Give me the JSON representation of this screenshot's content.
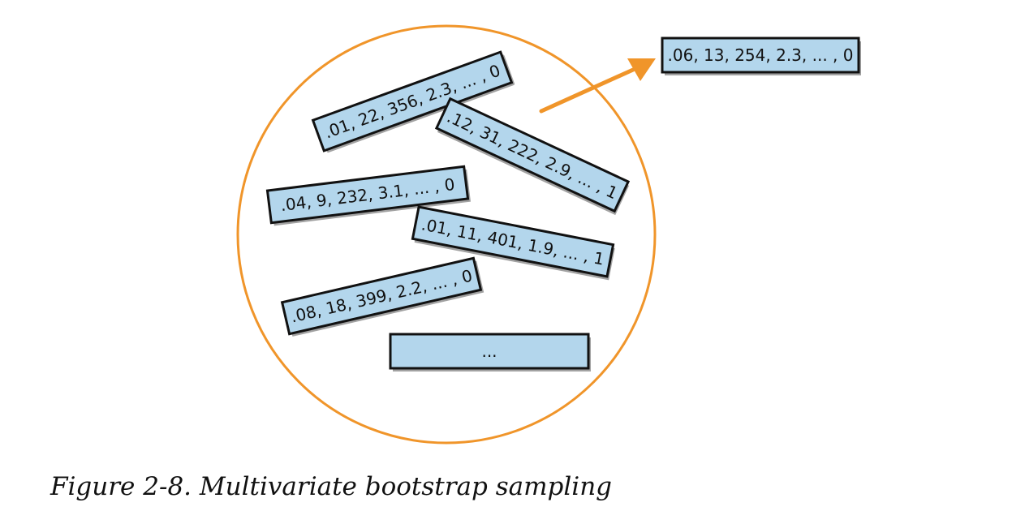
{
  "diagram": {
    "records": [
      {
        "text": ".01, 22, 356, 2.3, ... , 0"
      },
      {
        "text": ".12, 31, 222, 2.9, ... , 1"
      },
      {
        "text": ".04, 9, 232, 3.1, ... , 0"
      },
      {
        "text": ".01, 11, 401, 1.9, ... , 1"
      },
      {
        "text": ".08, 18, 399, 2.2, ... , 0"
      },
      {
        "text": "..."
      }
    ],
    "sampled_record": {
      "text": ".06, 13, 254, 2.3, ... , 0"
    },
    "colors": {
      "circle": "#f0952a",
      "arrow": "#f0952a",
      "box_fill": "#b3d6ec",
      "box_border": "#111111",
      "shadow": "#555555"
    }
  },
  "caption": "Figure 2-8. Multivariate bootstrap sampling"
}
